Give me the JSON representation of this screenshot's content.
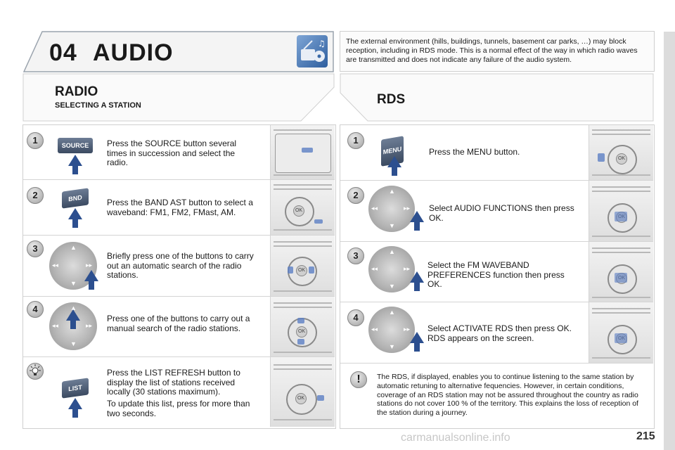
{
  "header": {
    "chapter_number": "04",
    "chapter_title": "AUDIO",
    "icon": "radio-music-icon"
  },
  "info_note": "The external environment (hills, buildings, tunnels, basement car parks, …) may block reception, including in RDS mode. This is a normal effect of the way in which radio waves are transmitted and does not indicate any failure of the audio system.",
  "radio": {
    "title": "RADIO",
    "subtitle": "SELECTING A STATION",
    "steps": [
      {
        "badge": "1",
        "button_label": "SOURCE",
        "text": "Press the SOURCE button several times in succession and select the radio."
      },
      {
        "badge": "2",
        "button_label": "BND",
        "text": "Press the BAND AST button to select a waveband: FM1, FM2, FMast, AM."
      },
      {
        "badge": "3",
        "text": "Briefly press one of the buttons to carry out an automatic search of the radio stations."
      },
      {
        "badge": "4",
        "text": "Press one of the buttons to carry out a manual search of the radio stations."
      },
      {
        "badge_icon": "light-bulb-icon",
        "button_label": "LIST",
        "text": "Press the LIST REFRESH button to display the list of stations received locally (30 stations maximum).",
        "text2": "To update this list, press for more than two seconds."
      }
    ]
  },
  "rds": {
    "title": "RDS",
    "steps": [
      {
        "badge": "1",
        "button_label": "MENU",
        "text": "Press the MENU button."
      },
      {
        "badge": "2",
        "text": "Select AUDIO FUNCTIONS then press OK."
      },
      {
        "badge": "3",
        "text": "Select the FM WAVEBAND PREFERENCES function then press OK."
      },
      {
        "badge": "4",
        "text": "Select ACTIVATE RDS then press OK. RDS appears on the screen."
      }
    ],
    "warning": "The RDS, if displayed, enables you to continue listening to the same station by automatic retuning to alternative fequencies. However, in certain conditions, coverage of an RDS station may not be assured throughout the country as radio stations do not cover 100 % of the territory. This explains the loss of reception of the station during a journey."
  },
  "footer": {
    "page_number": "215",
    "watermark": "carmanualsonline.info"
  }
}
